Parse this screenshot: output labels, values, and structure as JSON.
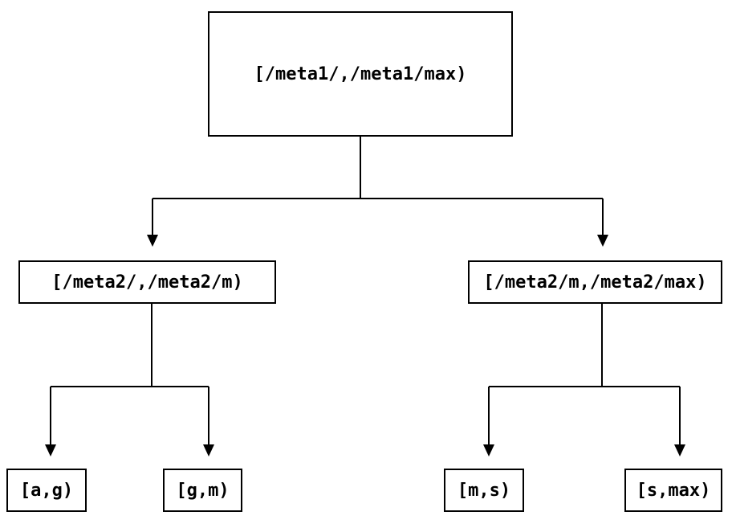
{
  "diagram": {
    "type": "tree",
    "background_color": "#ffffff",
    "line_color": "#000000",
    "nodes": {
      "root": "[/meta1/,/meta1/max)",
      "left_child": "[/meta2/,/meta2/m)",
      "right_child": "[/meta2/m,/meta2/max)",
      "leaf_ag": "[a,g)",
      "leaf_gm": "[g,m)",
      "leaf_ms": "[m,s)",
      "leaf_smax": "[s,max)"
    }
  }
}
